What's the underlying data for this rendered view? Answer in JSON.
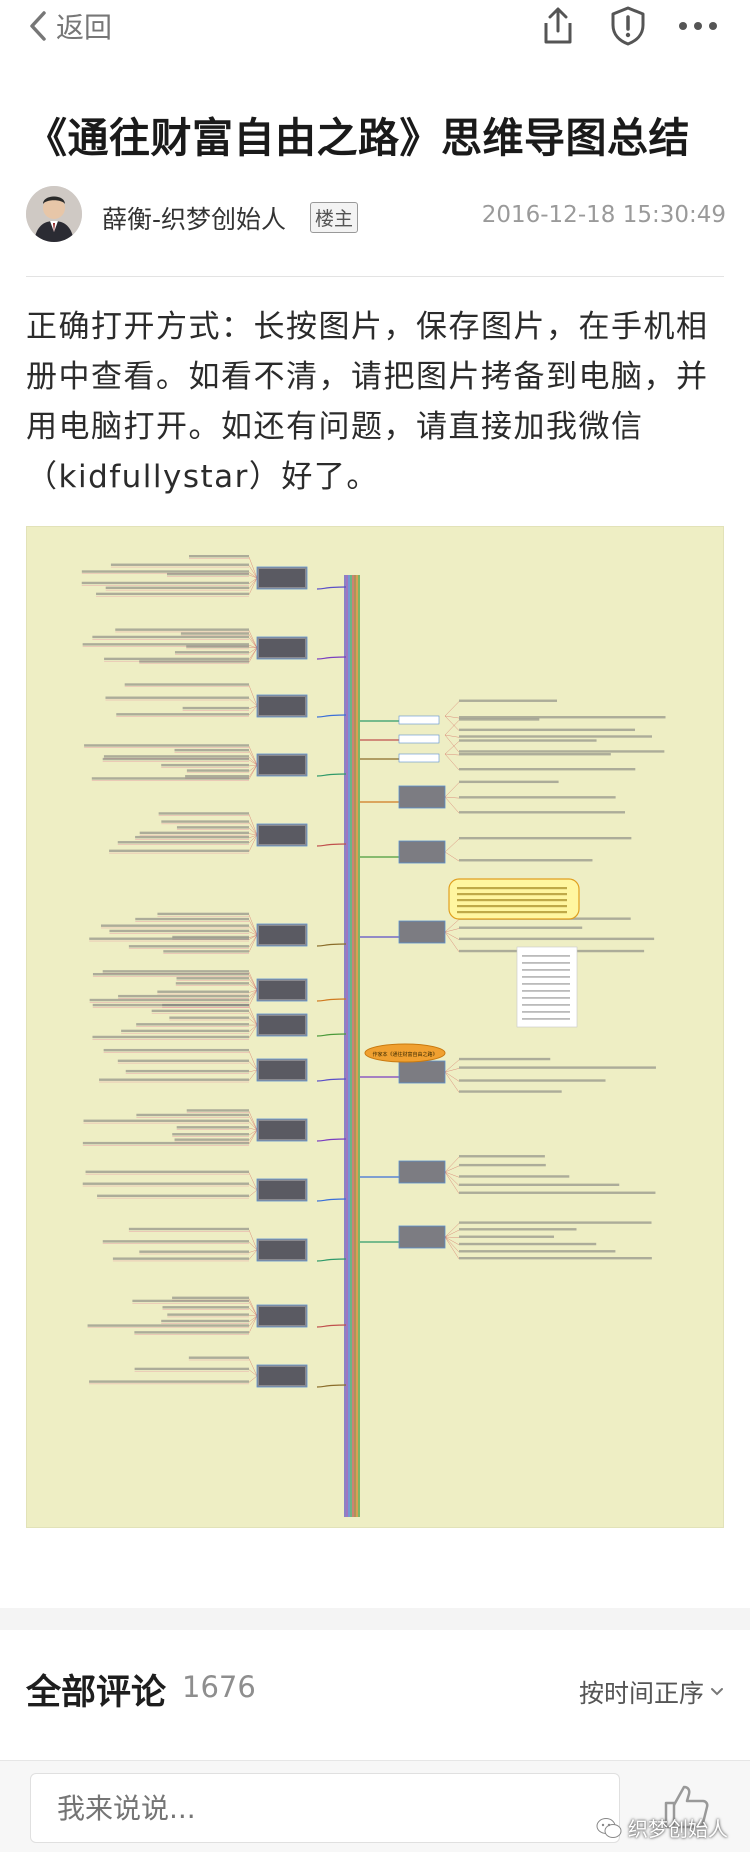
{
  "nav": {
    "back_label": "返回"
  },
  "article": {
    "title": "《通往财富自由之路》思维导图总结",
    "author": "薛衡-织梦创始人",
    "author_badge": "楼主",
    "timestamp": "2016-12-18 15:30:49",
    "body_lines": [
      "正确打开方式：长按图片，保存图片，在手机相",
      "册中查看。如看不清，请把图片拷备到电脑，并",
      "用电脑打开。如还有问题，请直接加我微信",
      "（kidfullystar）好了。"
    ]
  },
  "mindmap": {
    "central_topic": "作家本《通往财富自由之路》",
    "colors": {
      "background": "#eeeec4",
      "spine": "#6a5acd",
      "center": "#f0a030"
    }
  },
  "comments": {
    "title": "全部评论",
    "count": "1676",
    "sort_label": "按时间正序"
  },
  "composer": {
    "placeholder": "我来说说..."
  },
  "watermark": {
    "text": "织梦创始人"
  },
  "icons": [
    "chevron-left-icon",
    "share-icon",
    "shield-alert-icon",
    "more-icon",
    "chevron-down-icon",
    "thumbs-up-icon",
    "wechat-icon"
  ]
}
